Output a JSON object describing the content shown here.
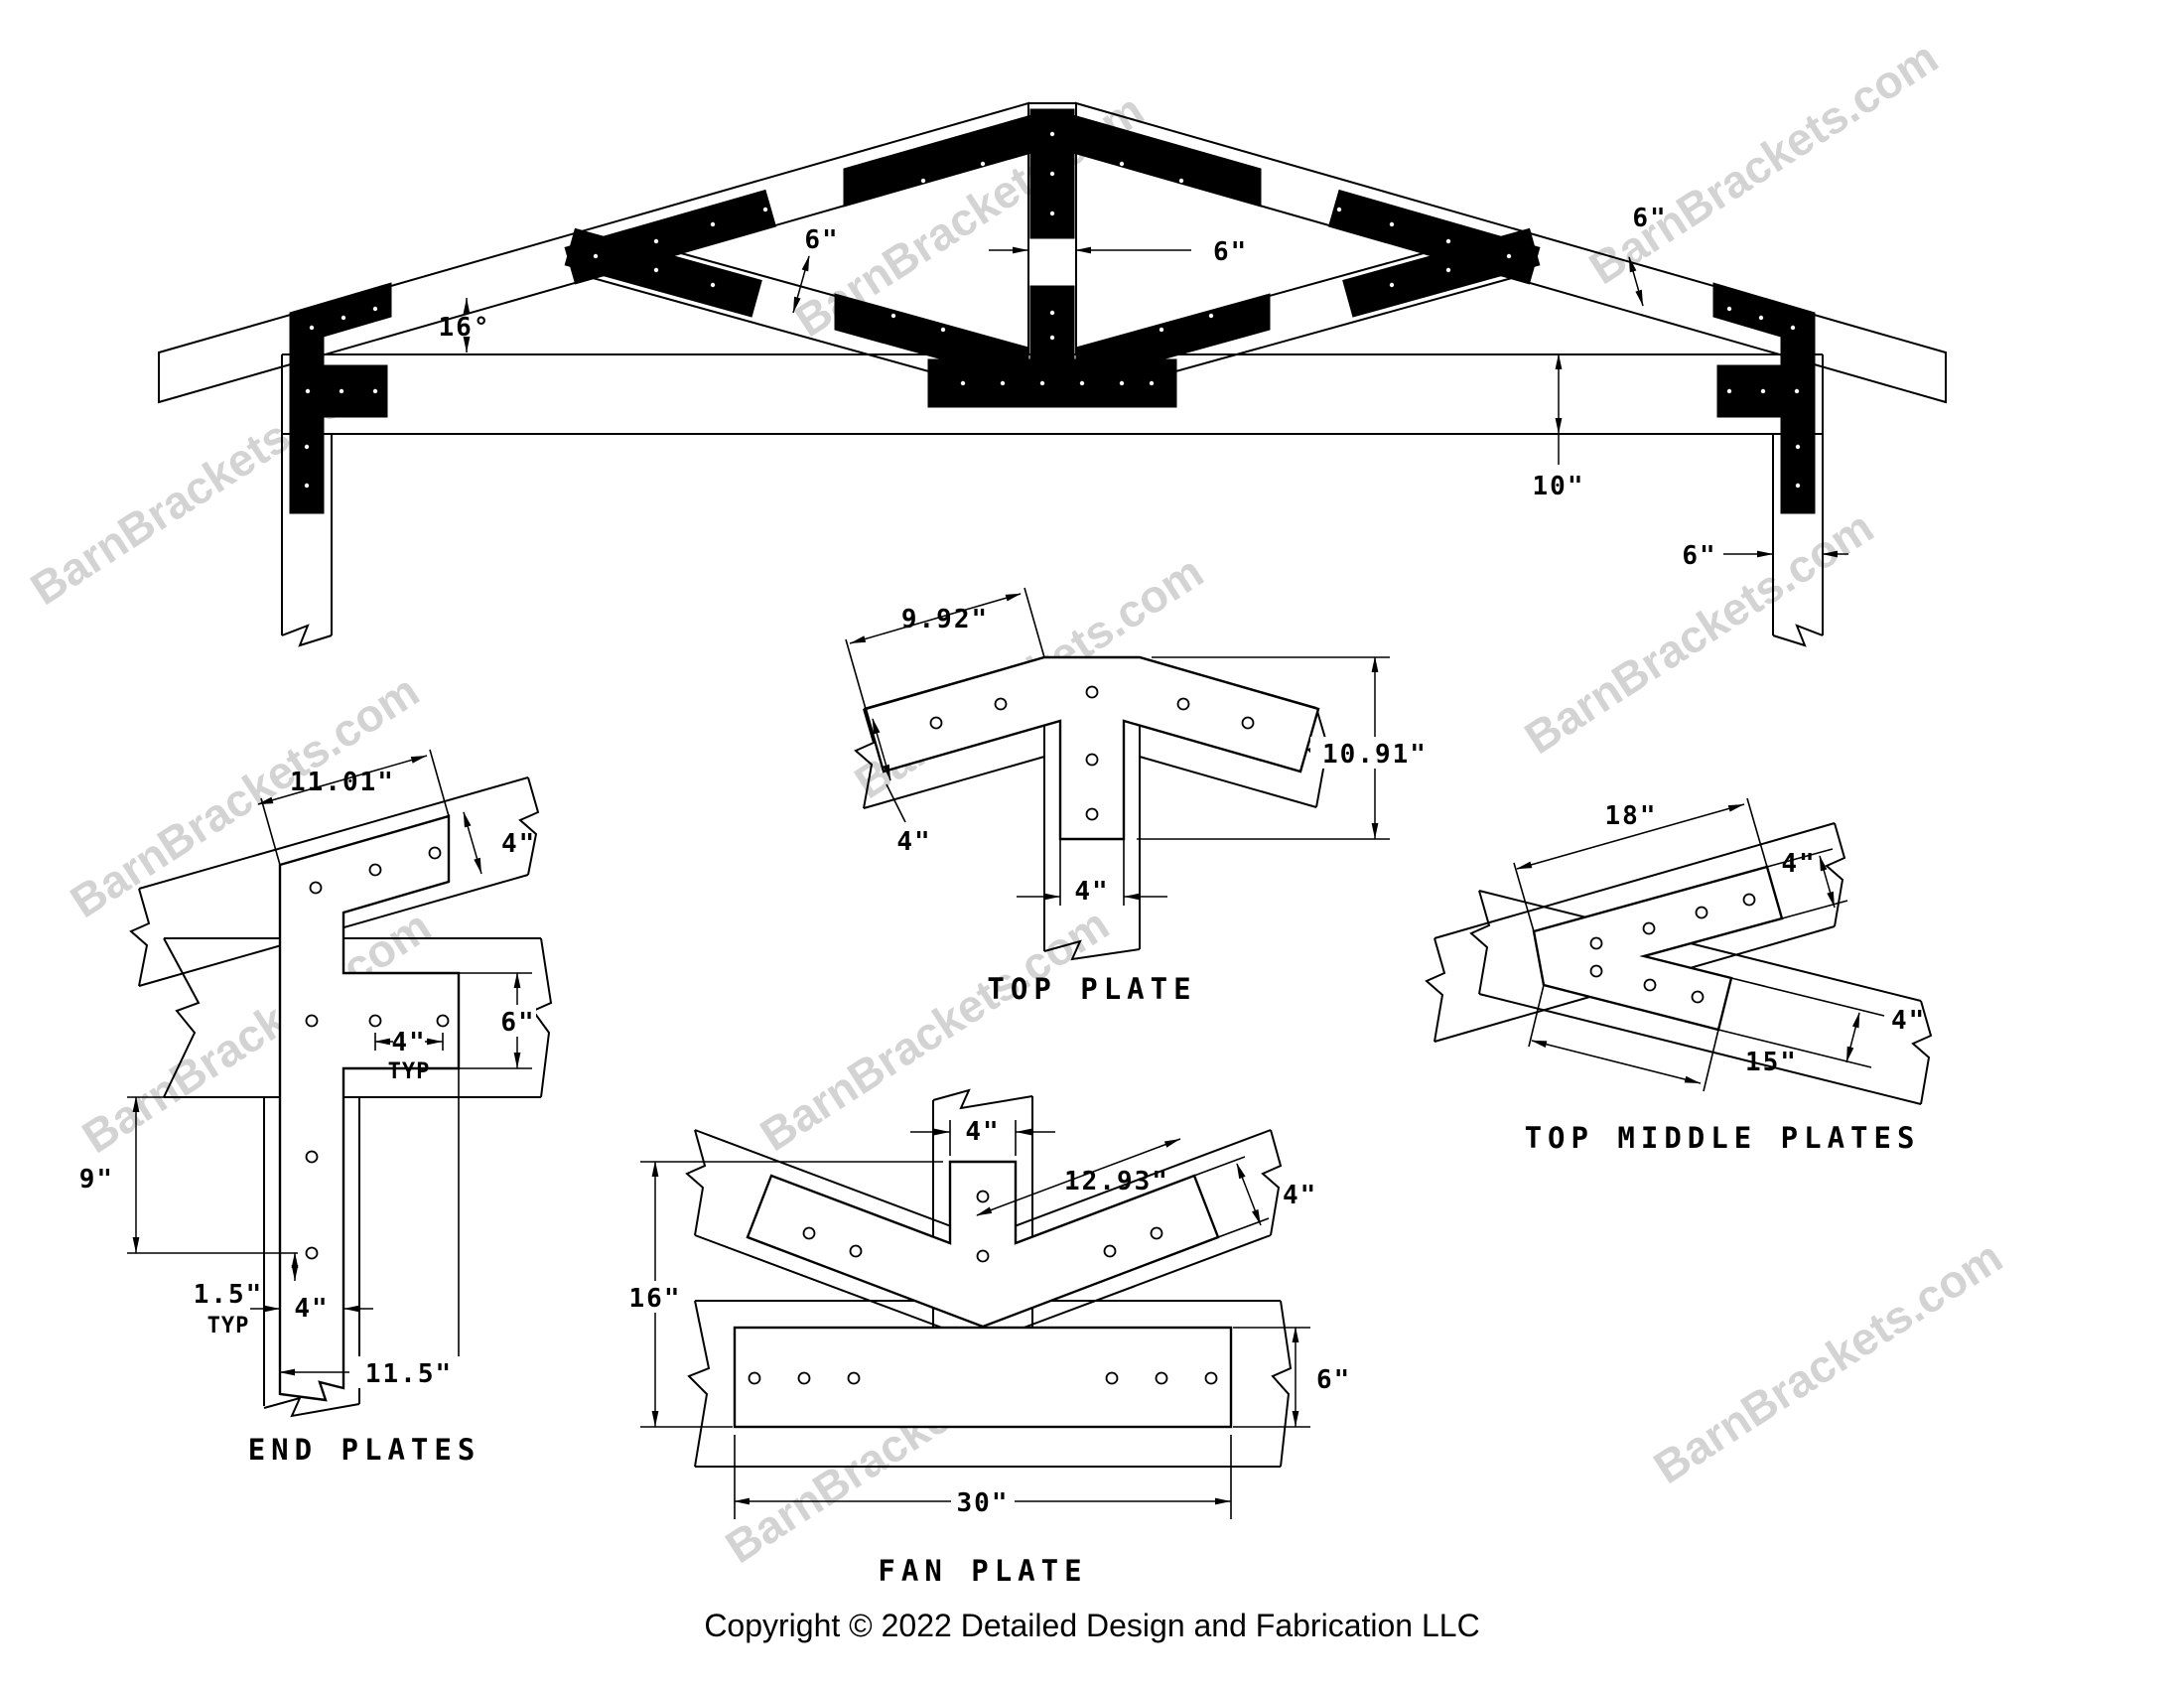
{
  "watermark": "BarnBrackets.com",
  "copyright": "Copyright © 2022 Detailed Design and Fabrication LLC",
  "truss": {
    "angle": "16°",
    "strut_width": "6\"",
    "king_width": "6\"",
    "rafter_width": "6\"",
    "chord_height": "10\"",
    "post_width": "6\""
  },
  "details": {
    "end_plates": {
      "title": "END PLATES",
      "arm_length": "11.01\"",
      "arm_width": "4\"",
      "mid_height": "6\"",
      "hole_spacing": "4\"",
      "typ": "TYP",
      "leg_span": "9\"",
      "edge": "1.5\"",
      "edge_typ": "TYP",
      "leg_width": "4\"",
      "total_width": "11.5\""
    },
    "top_plate": {
      "title": "TOP PLATE",
      "arm_length": "9.92\"",
      "arm_width": "4\"",
      "height": "10.91\"",
      "leg_width": "4\""
    },
    "top_middle": {
      "title": "TOP MIDDLE PLATES",
      "rafter_arm": "18\"",
      "rafter_width": "4\"",
      "strut_arm": "15\"",
      "strut_width": "4\""
    },
    "fan": {
      "title": "FAN PLATE",
      "leg_width": "4\"",
      "arm_length": "12.93\"",
      "arm_width": "4\"",
      "height": "16\"",
      "bar_height": "6\"",
      "bar_width": "30\""
    }
  }
}
